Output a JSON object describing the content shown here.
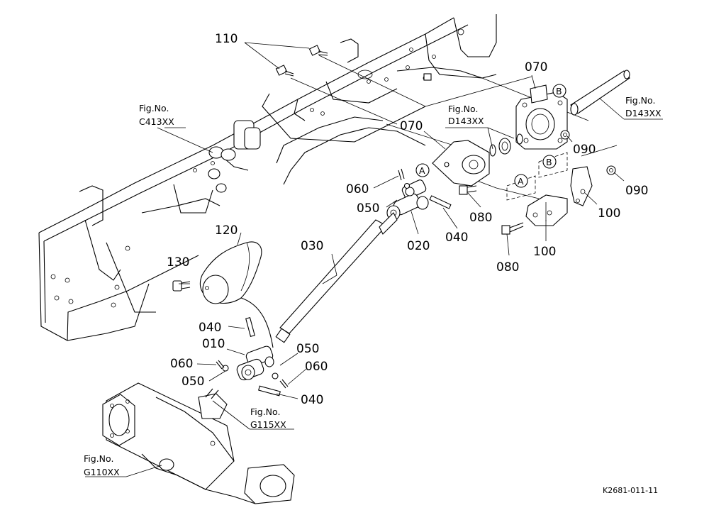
{
  "labels": {
    "p110": "110",
    "p070a": "070",
    "p070b": "070",
    "p060a": "060",
    "p050a": "050",
    "p020": "020",
    "p040a": "040",
    "p080a": "080",
    "p080b": "080",
    "p100a": "100",
    "p100b": "100",
    "p090a": "090",
    "p090b": "090",
    "p030": "030",
    "p120": "120",
    "p130": "130",
    "p040b": "040",
    "p010": "010",
    "p050b": "050",
    "p060b": "060",
    "p060c": "060",
    "p050c": "050",
    "p040c": "040"
  },
  "refs": {
    "c413": {
      "line1": "Fig.No.",
      "line2": "C413XX"
    },
    "d143a": {
      "line1": "Fig.No.",
      "line2": "D143XX"
    },
    "d143b": {
      "line1": "Fig.No.",
      "line2": "D143XX"
    },
    "g115": {
      "line1": "Fig.No.",
      "line2": "G115XX"
    },
    "g110": {
      "line1": "Fig.No.",
      "line2": "G110XX"
    }
  },
  "markers": {
    "a1": "A",
    "a2": "A",
    "b1": "B",
    "b2": "B"
  },
  "diagram_code": "K2681-011-11"
}
